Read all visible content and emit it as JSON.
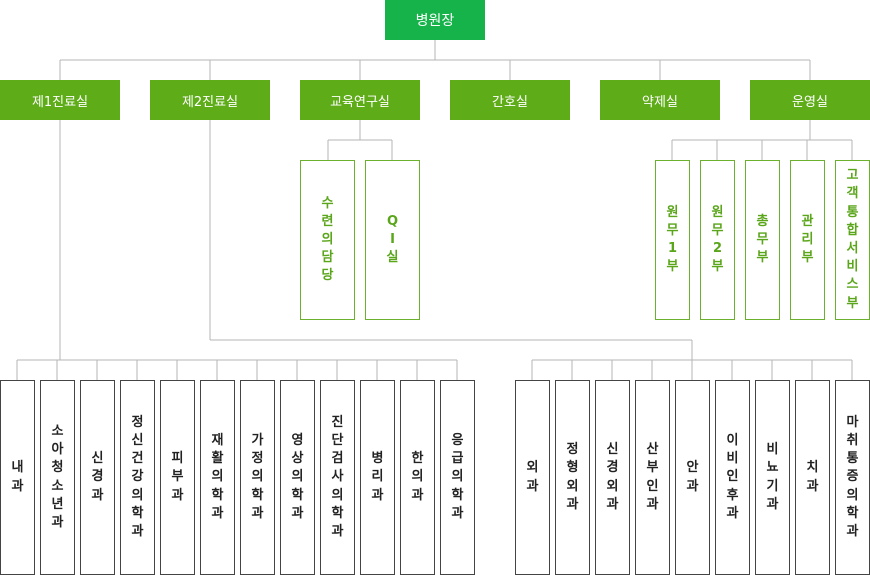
{
  "director": "병원장",
  "divisions": [
    "제1진료실",
    "제2진료실",
    "교육연구실",
    "간호실",
    "약제실",
    "운영실"
  ],
  "education_units": [
    "수련의담당",
    "QI실"
  ],
  "operation_units": [
    "원무1부",
    "원무2부",
    "총무부",
    "관리부",
    "고객통합서비스부"
  ],
  "clinic1_departments": [
    "내과",
    "소아청소년과",
    "신경과",
    "정신건강의학과",
    "피부과",
    "재활의학과",
    "가정의학과",
    "영상의학과",
    "진단검사의학과",
    "병리과",
    "한의과",
    "응급의학과"
  ],
  "clinic2_departments": [
    "외과",
    "정형외과",
    "신경외과",
    "산부인과",
    "안과",
    "이비인후과",
    "비뇨기과",
    "치과",
    "마취통증의학과"
  ],
  "colors": {
    "top": "#16b24a",
    "division": "#5fac19",
    "unit_border": "#6cb12e",
    "dept_border": "#444444",
    "line": "#b5b5b5"
  }
}
